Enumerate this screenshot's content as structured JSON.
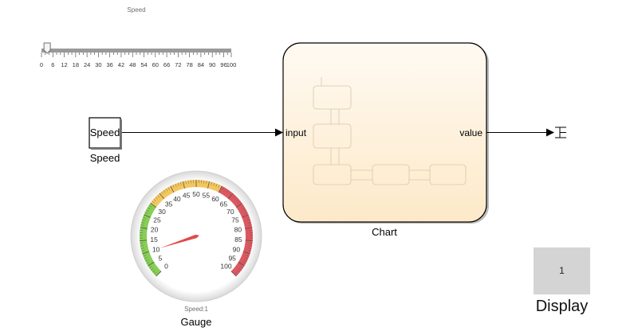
{
  "slider": {
    "caption": "Speed",
    "min": 0,
    "max": 100,
    "value": 3,
    "tick_labels": [
      "0",
      "6",
      "12",
      "18",
      "24",
      "30",
      "36",
      "42",
      "48",
      "54",
      "60",
      "66",
      "72",
      "78",
      "84",
      "90",
      "96",
      "100"
    ]
  },
  "speed_block": {
    "inner_label": "Speed",
    "name": "Speed"
  },
  "chart_block": {
    "name": "Chart",
    "input_port": "input",
    "output_port": "value"
  },
  "gauge": {
    "caption": "Speed:1",
    "name": "Gauge",
    "value": 10,
    "min": 0,
    "max": 100,
    "scale_labels": [
      "0",
      "5",
      "10",
      "15",
      "20",
      "25",
      "30",
      "35",
      "40",
      "45",
      "50",
      "55",
      "60",
      "65",
      "70",
      "75",
      "80",
      "85",
      "90",
      "95",
      "100"
    ],
    "colors": {
      "low": "#7ac943",
      "mid": "#f2c14e",
      "high": "#d9454f",
      "needle": "#e04b4b"
    }
  },
  "display": {
    "value": "1",
    "name": "Display"
  },
  "colors": {
    "chart_fill": "#fdefd6",
    "display_fill": "#d4d4d4"
  }
}
